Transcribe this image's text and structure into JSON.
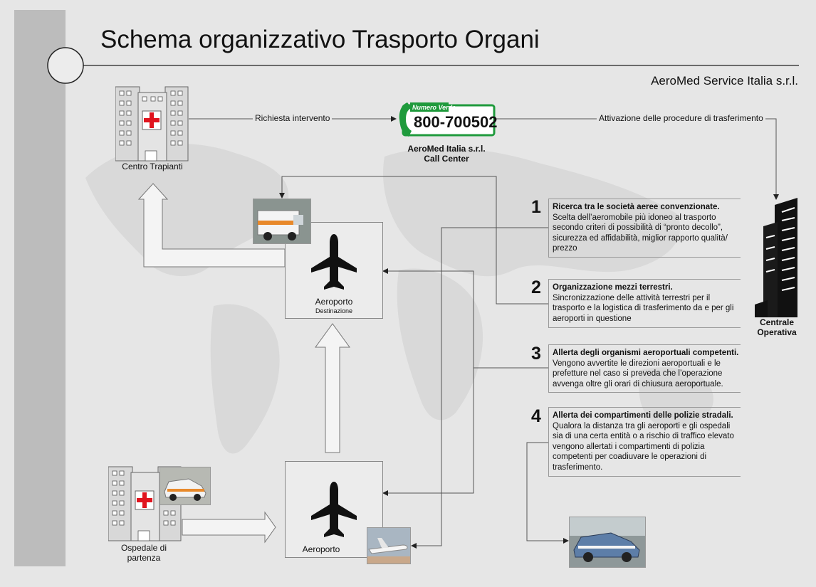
{
  "title": "Schema organizzativo Trasporto Organi",
  "company": "AeroMed Service Italia s.r.l.",
  "nodes": {
    "centro_trapianti": "Centro Trapianti",
    "call_center_line1": "AeroMed Italia s.r.l.",
    "call_center_line2": "Call Center",
    "numero_verde_label": "Numero Verde",
    "numero_verde": "800-700502",
    "centrale_line1": "Centrale",
    "centrale_line2": "Operativa",
    "aeroporto_dest": "Aeroporto",
    "aeroporto_dest_sub": "Destinazione",
    "aeroporto_partenza": "Aeroporto",
    "ospedale_line1": "Ospedale di",
    "ospedale_line2": "partenza"
  },
  "edges": {
    "richiesta": "Richiesta intervento",
    "attivazione": "Attivazione delle procedure di trasferimento"
  },
  "steps": [
    {
      "num": "1",
      "title": "Ricerca tra le società aeree convenzionate.",
      "text": "Scelta dell’aeromobile più idoneo al trasporto secondo criteri di possibilità di “pronto decollo”, sicurezza ed affidabilità, miglior rapporto qualità/ prezzo"
    },
    {
      "num": "2",
      "title": "Organizzazione mezzi terrestri.",
      "text": "Sincronizzazione delle attività terrestri per il trasporto e la logistica di trasferimento da e per gli aeroporti in questione"
    },
    {
      "num": "3",
      "title": "Allerta degli organismi aeroportuali competenti.",
      "text": "Vengono avvertite le direzioni aeroportuali e le prefetture nel caso si preveda che l’operazione avvenga oltre gli orari di chiusura aeroportuale."
    },
    {
      "num": "4",
      "title": "Allerta dei compartimenti delle polizie stradali.",
      "text": "Qualora la distanza tra gli aeroporti e gli ospedali sia di una certa entità o a rischio di traffico elevato vengono allertati i compartimenti di polizia competenti per coadiuvare le operazioni di trasferimento."
    }
  ],
  "colors": {
    "accent_green": "#1f9a3c",
    "red_cross": "#e0141e",
    "background": "#e6e6e6",
    "side_bar": "#bcbcbc"
  }
}
